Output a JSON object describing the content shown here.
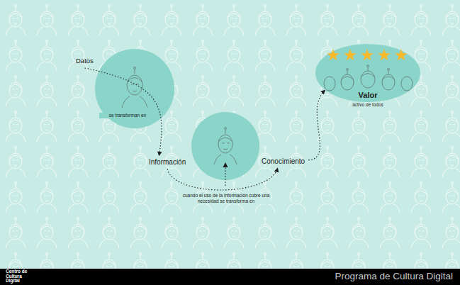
{
  "diagram": {
    "nodes": [
      {
        "text": [
          "Datos"
        ]
      },
      {
        "text": [
          "Información"
        ]
      },
      {
        "text": [
          "Conocimiento"
        ]
      },
      {
        "text": [
          "Valor",
          "activo de todos"
        ]
      }
    ],
    "edges": [
      {
        "from": 0,
        "to": 1,
        "arrow": "to",
        "label": "se transforman en"
      },
      {
        "from": 1,
        "to": 2,
        "arrow": "to",
        "label": "cuando el uso de la información cubre una necesidad se transforma en"
      },
      {
        "from": 2,
        "to": 3,
        "arrow": "to"
      }
    ],
    "labels": [
      "Centro de Cultura Digital",
      "Programa de Cultura Digital"
    ]
  }
}
